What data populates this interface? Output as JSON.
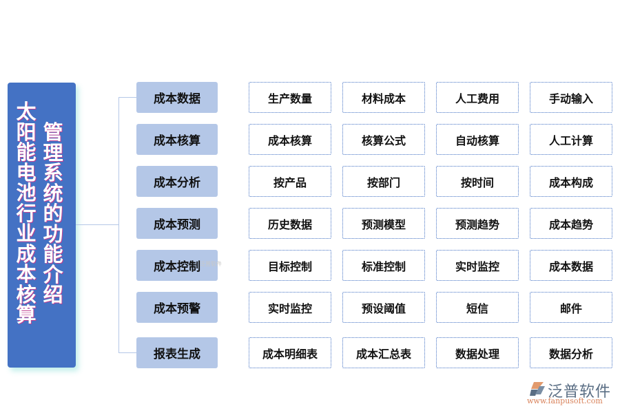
{
  "title": {
    "col1": [
      "太",
      "阳",
      "能",
      "电",
      "池",
      "行",
      "业",
      "成",
      "本",
      "核",
      "算"
    ],
    "col2": [
      "管",
      "理",
      "系",
      "统",
      "的",
      "功",
      "能",
      "介",
      "绍"
    ],
    "full": "太阳能电池行业成本核算管理系统的功能介绍"
  },
  "colors": {
    "title_bg": "#4472c4",
    "category_bg": "#b4c7e7",
    "connector": "#b4c7e7",
    "leaf_border": "#4472c4"
  },
  "categories": [
    {
      "label": "成本数据",
      "items": [
        "生产数量",
        "材料成本",
        "人工费用",
        "手动输入"
      ]
    },
    {
      "label": "成本核算",
      "items": [
        "成本核算",
        "核算公式",
        "自动核算",
        "人工计算"
      ]
    },
    {
      "label": "成本分析",
      "items": [
        "按产品",
        "按部门",
        "按时间",
        "成本构成"
      ]
    },
    {
      "label": "成本预测",
      "items": [
        "历史数据",
        "预测模型",
        "预测趋势",
        "成本趋势"
      ]
    },
    {
      "label": "成本控制",
      "items": [
        "目标控制",
        "标准控制",
        "实时监控",
        "成本数据"
      ]
    },
    {
      "label": "成本预警",
      "items": [
        "实时监控",
        "预设阈值",
        "短信",
        "邮件"
      ]
    },
    {
      "label": "报表生成",
      "items": [
        "成本明细表",
        "成本汇总表",
        "数据处理",
        "数据分析"
      ]
    }
  ],
  "watermark": "泛普软件",
  "logo": {
    "name": "泛普软件",
    "url": "www.fanpusoft.com"
  }
}
